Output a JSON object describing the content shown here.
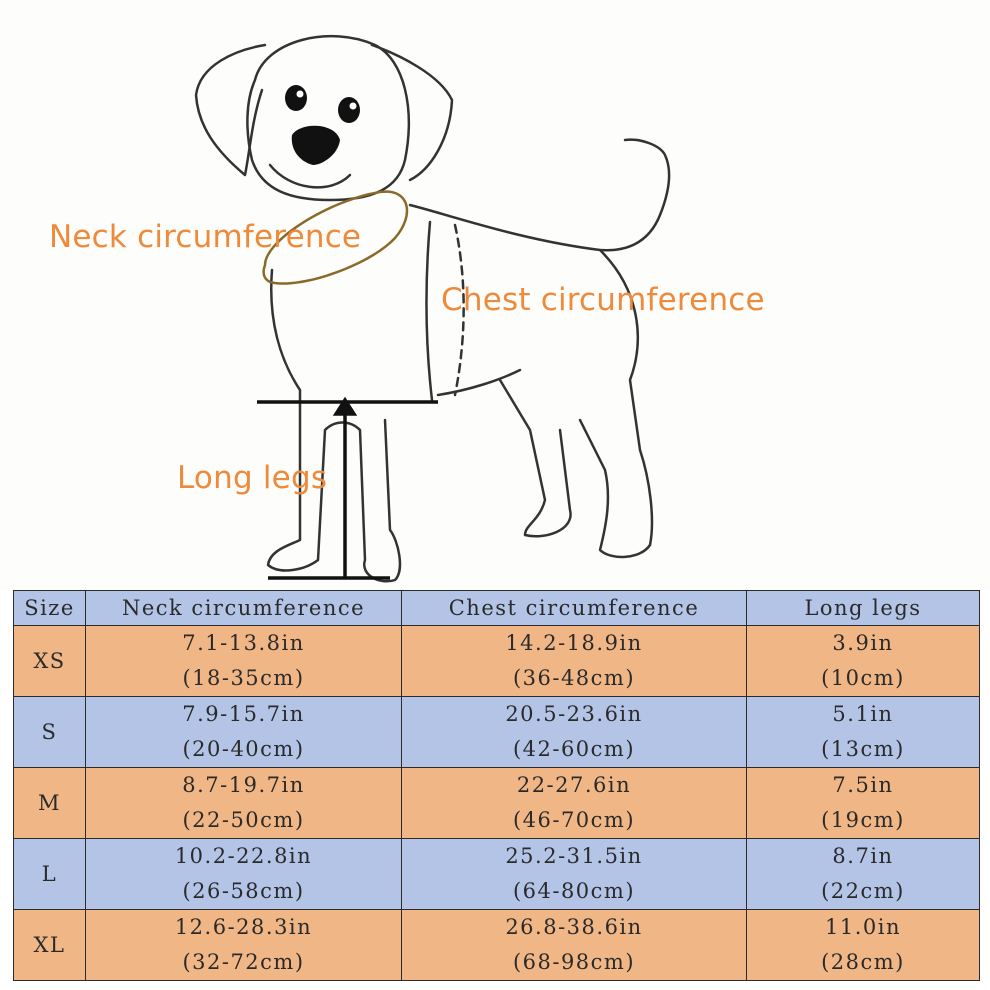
{
  "labels": {
    "neck": "Neck circumference",
    "chest": "Chest circumference",
    "legs": "Long legs"
  },
  "colors": {
    "label": "#ee8a3a",
    "header_bg": "#b3c4e7",
    "row_orange": "#f0b686",
    "row_blue": "#b3c4e7"
  },
  "table": {
    "headers": [
      "Size",
      "Neck circumference",
      "Chest circumference",
      "Long legs"
    ],
    "rows": [
      {
        "size": "XS",
        "neck_in": "7.1-13.8in",
        "neck_cm": "(18-35cm)",
        "chest_in": "14.2-18.9in",
        "chest_cm": "(36-48cm)",
        "legs_in": "3.9in",
        "legs_cm": "(10cm)",
        "color": "orange"
      },
      {
        "size": "S",
        "neck_in": "7.9-15.7in",
        "neck_cm": "(20-40cm)",
        "chest_in": "20.5-23.6in",
        "chest_cm": "(42-60cm)",
        "legs_in": "5.1in",
        "legs_cm": "(13cm)",
        "color": "blue"
      },
      {
        "size": "M",
        "neck_in": "8.7-19.7in",
        "neck_cm": "(22-50cm)",
        "chest_in": "22-27.6in",
        "chest_cm": "(46-70cm)",
        "legs_in": "7.5in",
        "legs_cm": "(19cm)",
        "color": "orange"
      },
      {
        "size": "L",
        "neck_in": "10.2-22.8in",
        "neck_cm": "(26-58cm)",
        "chest_in": "25.2-31.5in",
        "chest_cm": "(64-80cm)",
        "legs_in": "8.7in",
        "legs_cm": "(22cm)",
        "color": "blue"
      },
      {
        "size": "XL",
        "neck_in": "12.6-28.3in",
        "neck_cm": "(32-72cm)",
        "chest_in": "26.8-38.6in",
        "chest_cm": "(68-98cm)",
        "legs_in": "11.0in",
        "legs_cm": "(28cm)",
        "color": "orange"
      }
    ]
  }
}
